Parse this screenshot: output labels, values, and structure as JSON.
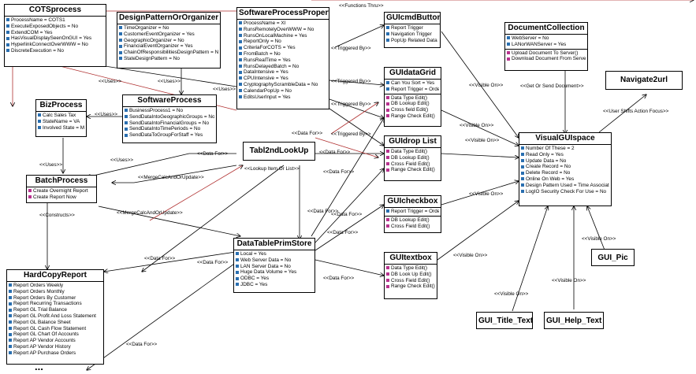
{
  "classes": {
    "cots": {
      "name": "COTSprocess",
      "attrs": [
        "ProcessName = COTS1",
        "ExecuteExposedObjects = No",
        "ExtendCOM = Yes",
        "HasVisualDisplaySeenOnGUI = Yes",
        "HyperlinkConnectOverWWW = No",
        "DiscreteExecution = No"
      ]
    },
    "dpo": {
      "name": "DesignPatternOrOrganizer",
      "attrs": [
        "TimeOrganizer = No",
        "CustomerEventOrganizer = Yes",
        "GeographicOrganizer = No",
        "FinancialEventOrganizer = Yes",
        "ChainOfResponsibilitiesDesignPattern = No",
        "StateDesignPattern = No"
      ]
    },
    "spp": {
      "name": "SoftwareProcessProperty",
      "attrs": [
        "ProcessName = XI",
        "RunsRemotelyOverWWW = No",
        "RunsOnLocalMachine = Yes",
        "ReportOnly = No",
        "CriteriaForCOTS = Yes",
        "FromBatch = No",
        "RunsRealTime = Yes",
        "RunsDelayedBatch = No",
        "DataIntensive = Yes",
        "CPUIntensive = Yes",
        "CryptographyScrambleData = No",
        "CalendarPopUp = No",
        "EditsUserInput = Yes"
      ]
    },
    "cmd": {
      "name": "GUIcmdButton",
      "attrs": [
        "Report Trigger",
        "Navigation Trigger",
        "PopUp Related Data"
      ]
    },
    "doc": {
      "name": "DocumentCollection",
      "attrs": [
        "WebServer = No",
        "LANorWANServer = Yes"
      ],
      "ops": [
        "Upload Document To Server()",
        "Download Document From Server()"
      ]
    },
    "nav": {
      "name": "Navigate2url"
    },
    "biz": {
      "name": "BizProcess",
      "attrs": [
        "Calc Sales Tax",
        "StateName = VA",
        "Involved State = MD"
      ]
    },
    "swp": {
      "name": "SoftwareProcess",
      "attrs": [
        "BusinessProcess1 = No",
        "SendDataIntoGeographicGroups = No",
        "SendDataIntoFinancialGroups = No",
        "SendDataIntoTimePeriods = No",
        "SendDataToGroupForStaff = Yes"
      ]
    },
    "grid": {
      "name": "GUIdataGrid",
      "attrs": [
        "Can You Sort = Yes",
        "Report Trigger = Order"
      ],
      "ops": [
        "Data Type Edit()",
        "DB Lookup Edit()",
        "Cross field Edit()",
        "Range Check Edit()"
      ]
    },
    "tabl": {
      "name": "Tabl2ndLookUp"
    },
    "drop": {
      "name": "GUIdrop List",
      "ops": [
        "Data Type Edit()",
        "DB Lookup Edit()",
        "Cross Field Edit()",
        "Range Check Edit()"
      ]
    },
    "vgui": {
      "name": "VisualGUIspace",
      "attrs": [
        "Number Of These = 2",
        "Read Only = Yes",
        "Update Data = No",
        "Create Record = No",
        "Delete Record = No",
        "Online On Web = Yes",
        "Design Pattern Used = Time Association",
        "LogIO Security Check For Use = No"
      ]
    },
    "batch": {
      "name": "BatchProcess",
      "ops": [
        "Create Overnight Report",
        "Create Report Now"
      ]
    },
    "check": {
      "name": "GUIcheckbox",
      "attrs": [
        "Report Trigger = Order"
      ],
      "ops": [
        "DB Lookup Edit()",
        "Cross Field Edit()"
      ]
    },
    "dtps": {
      "name": "DataTablePrimStore",
      "attrs": [
        "Local = Yes",
        "Web Server Data = No",
        "LAN Server Data = No",
        "Huge Data Volume = Yes",
        "ODBC = Yes",
        "JDBC = Yes"
      ]
    },
    "text": {
      "name": "GUItextbox",
      "ops": [
        "Data Type Edit()",
        "DB Look Up Edit()",
        "Cross Field Edit()",
        "Range Check Edit()"
      ]
    },
    "hcr": {
      "name": "HardCopyReport",
      "attrs": [
        "Report Orders Weekly",
        "Report Orders Monthly",
        "Report Orders By Customer",
        "Report Recurring Transactions",
        "Report GL Trial Balance",
        "Report GL Profit And Loss Statement",
        "Report GL Balance Sheet",
        "Report GL Cash Flow Statement",
        "Report GL Chart Of Accounts",
        "Report AP Vendor Accounts",
        "Report AP Vendor History",
        "Report AP Purchase Orders"
      ]
    },
    "pic": {
      "name": "GUI_Pic"
    },
    "ttl": {
      "name": "GUI_Title_Text"
    },
    "help": {
      "name": "GUI_Help_Text"
    }
  },
  "labels": {
    "functions_thru": "<<Functions Thru>>",
    "uses": "<<Uses>>",
    "triggered_by": "<<Triggered By>>",
    "visible_on": "<<Visible On>>",
    "get_or_send_document": "<<Get Or Send Document>>",
    "user_shifts_action_focus": "<<User Shifts Action Focus>>",
    "data_for": "<<Data For>>",
    "merge_calc_and_or_update": "<<MergeCalcAndOrUpdate>>",
    "lookup_item_or_list": "<<Lookup Item Or List>>",
    "constructs": "<<Constructs>>",
    "ellipsis": "..."
  }
}
